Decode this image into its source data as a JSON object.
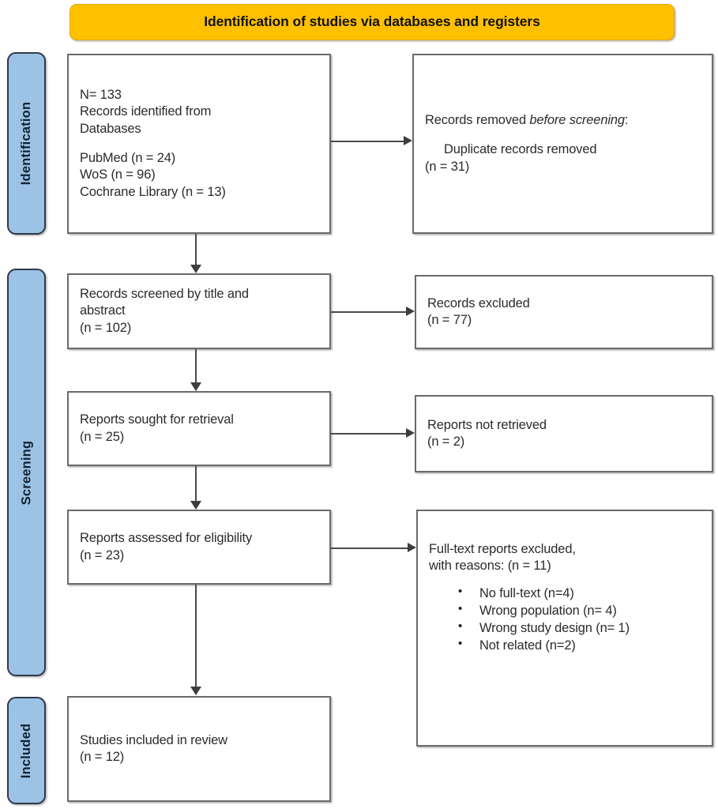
{
  "banner": {
    "title": "Identification of studies via databases and registers",
    "color": "#FFC000"
  },
  "stages": [
    {
      "key": "identification",
      "label": "Identification",
      "color": "#9CC3E5"
    },
    {
      "key": "screening",
      "label": "Screening",
      "color": "#9CC3E5"
    },
    {
      "key": "included",
      "label": "Included",
      "color": "#9CC3E5"
    }
  ],
  "boxes": {
    "records_identified": {
      "line1": "N= 133",
      "line2": "Records identified from",
      "line3": "Databases",
      "line4": "PubMed (n = 24)",
      "line5": "WoS (n = 96)",
      "line6": "Cochrane Library (n = 13)"
    },
    "records_removed": {
      "line1_prefix": "Records removed ",
      "line1_italic": "before screening",
      "line1_suffix": ":",
      "line2": "Duplicate records removed",
      "line3": "(n = 31)"
    },
    "records_screened": {
      "line1": "Records screened by title and",
      "line2": "abstract",
      "line3": "(n = 102)"
    },
    "records_excluded": {
      "line1": "Records excluded",
      "line2": "(n = 77)"
    },
    "reports_sought": {
      "line1": "Reports sought for retrieval",
      "line2": "(n = 25)"
    },
    "reports_not_retrieved": {
      "line1": "Reports not retrieved",
      "line2": "(n = 2)"
    },
    "reports_assessed": {
      "line1": "Reports assessed for eligibility",
      "line2": "(n = 23)"
    },
    "fulltext_excluded": {
      "line1": "Full-text reports excluded,",
      "line2": "with reasons: (n = 11)",
      "reasons": [
        "No full-text (n=4)",
        "Wrong population (n= 4)",
        "Wrong study design (n= 1)",
        "Not related (n=2)"
      ]
    },
    "studies_included": {
      "line1": "Studies included in review",
      "line2": "(n = 12)"
    }
  },
  "chart_data": {
    "type": "diagram",
    "title": "PRISMA flow diagram",
    "nodes": [
      {
        "id": "records_identified",
        "stage": "Identification",
        "label": "Records identified from Databases",
        "n": 133,
        "sources": [
          {
            "name": "PubMed",
            "n": 24
          },
          {
            "name": "WoS",
            "n": 96
          },
          {
            "name": "Cochrane Library",
            "n": 13
          }
        ]
      },
      {
        "id": "records_removed",
        "stage": "Identification",
        "label": "Records removed before screening: Duplicate records removed",
        "n": 31
      },
      {
        "id": "records_screened",
        "stage": "Screening",
        "label": "Records screened by title and abstract",
        "n": 102
      },
      {
        "id": "records_excluded",
        "stage": "Screening",
        "label": "Records excluded",
        "n": 77
      },
      {
        "id": "reports_sought",
        "stage": "Screening",
        "label": "Reports sought for retrieval",
        "n": 25
      },
      {
        "id": "reports_not_retrieved",
        "stage": "Screening",
        "label": "Reports not retrieved",
        "n": 2
      },
      {
        "id": "reports_assessed",
        "stage": "Screening",
        "label": "Reports assessed for eligibility",
        "n": 23
      },
      {
        "id": "fulltext_excluded",
        "stage": "Screening",
        "label": "Full-text reports excluded, with reasons",
        "n": 11,
        "reasons": [
          {
            "name": "No full-text",
            "n": 4
          },
          {
            "name": "Wrong population",
            "n": 4
          },
          {
            "name": "Wrong study design",
            "n": 1
          },
          {
            "name": "Not related",
            "n": 2
          }
        ]
      },
      {
        "id": "studies_included",
        "stage": "Included",
        "label": "Studies included in review",
        "n": 12
      }
    ],
    "edges": [
      {
        "from": "records_identified",
        "to": "records_removed"
      },
      {
        "from": "records_identified",
        "to": "records_screened"
      },
      {
        "from": "records_screened",
        "to": "records_excluded"
      },
      {
        "from": "records_screened",
        "to": "reports_sought"
      },
      {
        "from": "reports_sought",
        "to": "reports_not_retrieved"
      },
      {
        "from": "reports_sought",
        "to": "reports_assessed"
      },
      {
        "from": "reports_assessed",
        "to": "fulltext_excluded"
      },
      {
        "from": "reports_assessed",
        "to": "studies_included"
      }
    ]
  }
}
